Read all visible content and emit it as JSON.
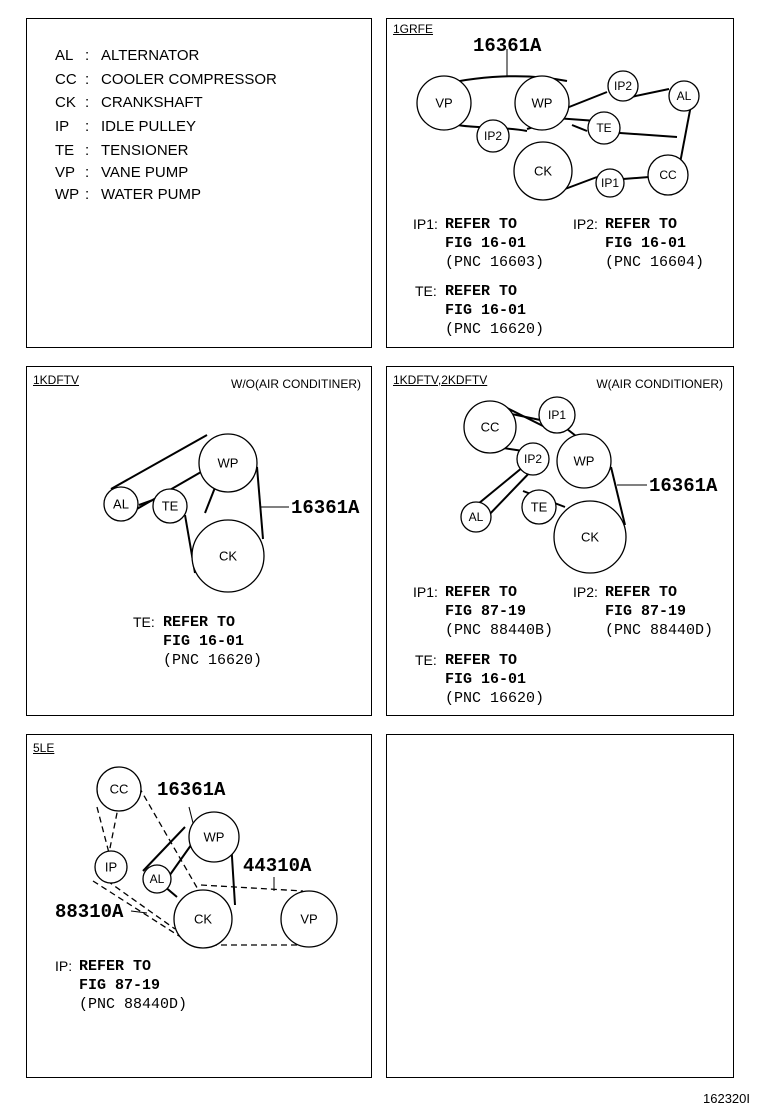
{
  "legend": [
    {
      "abbr": "AL",
      "text": "ALTERNATOR"
    },
    {
      "abbr": "CC",
      "text": "COOLER COMPRESSOR"
    },
    {
      "abbr": "CK",
      "text": "CRANKSHAFT"
    },
    {
      "abbr": "IP",
      "text": "IDLE PULLEY"
    },
    {
      "abbr": "TE",
      "text": "TENSIONER"
    },
    {
      "abbr": "VP",
      "text": "VANE PUMP"
    },
    {
      "abbr": "WP",
      "text": "WATER PUMP"
    }
  ],
  "legend_colon": ":",
  "p1": {
    "tag": "1GRFE",
    "part": "16361A",
    "pulleys": {
      "vp": "VP",
      "wp": "WP",
      "ip2a": "IP2",
      "ip2b": "IP2",
      "al": "AL",
      "te": "TE",
      "ck": "CK",
      "ip1": "IP1",
      "cc": "CC"
    },
    "notes": [
      {
        "key": "IP1:",
        "lines": [
          "REFER TO",
          "FIG 16-01",
          "(PNC 16603)"
        ]
      },
      {
        "key": "IP2:",
        "lines": [
          "REFER TO",
          "FIG 16-01",
          "(PNC 16604)"
        ]
      },
      {
        "key": "TE:",
        "lines": [
          "REFER TO",
          "FIG 16-01",
          "(PNC 16620)"
        ]
      }
    ]
  },
  "p2": {
    "tag": "1KDFTV",
    "condition": "W/O(AIR CONDITINER)",
    "part": "16361A",
    "pulleys": {
      "al": "AL",
      "te": "TE",
      "wp": "WP",
      "ck": "CK"
    },
    "notes": [
      {
        "key": "TE:",
        "lines": [
          "REFER TO",
          "FIG 16-01",
          "(PNC 16620)"
        ]
      }
    ]
  },
  "p3": {
    "tag": "1KDFTV,2KDFTV",
    "condition": "W(AIR CONDITIONER)",
    "part": "16361A",
    "pulleys": {
      "cc": "CC",
      "ip1": "IP1",
      "ip2": "IP2",
      "wp": "WP",
      "al": "AL",
      "te": "TE",
      "ck": "CK"
    },
    "notes": [
      {
        "key": "IP1:",
        "lines": [
          "REFER TO",
          "FIG 87-19",
          "(PNC 88440B)"
        ]
      },
      {
        "key": "IP2:",
        "lines": [
          "REFER TO",
          "FIG 87-19",
          "(PNC 88440D)"
        ]
      },
      {
        "key": "TE:",
        "lines": [
          "REFER TO",
          "FIG 16-01",
          "(PNC 16620)"
        ]
      }
    ]
  },
  "p4": {
    "tag": "5LE",
    "parts": {
      "belt1": "16361A",
      "belt2": "44310A",
      "belt3": "88310A"
    },
    "pulleys": {
      "cc": "CC",
      "ip": "IP",
      "al": "AL",
      "wp": "WP",
      "ck": "CK",
      "vp": "VP"
    },
    "notes": [
      {
        "key": "IP:",
        "lines": [
          "REFER TO",
          "FIG 87-19",
          "(PNC 88440D)"
        ]
      }
    ]
  },
  "footer": "162320I"
}
